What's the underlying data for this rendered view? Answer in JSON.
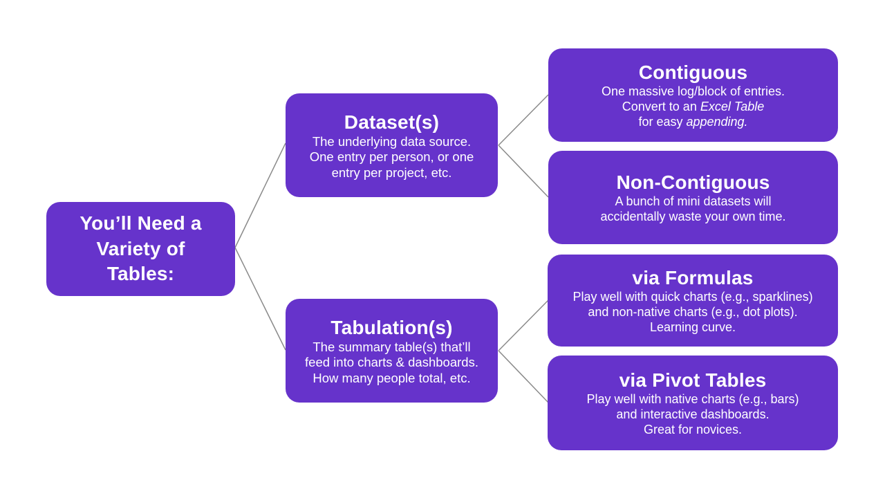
{
  "colors": {
    "box": "#6633cb",
    "text": "#ffffff",
    "connector": "#8a8a8a",
    "background": "#ffffff"
  },
  "root": {
    "title": "You’ll Need a Variety of Tables:"
  },
  "datasets": {
    "title": "Dataset(s)",
    "line1": "The underlying data source.",
    "line2": "One entry per person, or one",
    "line3": "entry per project, etc."
  },
  "tabulations": {
    "title": "Tabulation(s)",
    "line1": "The summary table(s) that’ll",
    "line2": "feed into charts & dashboards.",
    "line3": "How many people total, etc."
  },
  "contiguous": {
    "title": "Contiguous",
    "line1": "One massive log/block of entries.",
    "line2_pre": "Convert to an ",
    "line2_italic": "Excel Table",
    "line3_pre": "for easy ",
    "line3_italic": "appending."
  },
  "non_contiguous": {
    "title": "Non-Contiguous",
    "line1": "A bunch of mini datasets will",
    "line2": "accidentally waste your own time."
  },
  "via_formulas": {
    "title": "via Formulas",
    "line1": "Play well with quick charts (e.g., sparklines)",
    "line2": "and non-native charts (e.g., dot plots).",
    "line3": "Learning curve."
  },
  "via_pivot_tables": {
    "title": "via Pivot Tables",
    "line1": "Play well with native charts (e.g., bars)",
    "line2": "and interactive dashboards.",
    "line3": "Great for novices."
  }
}
